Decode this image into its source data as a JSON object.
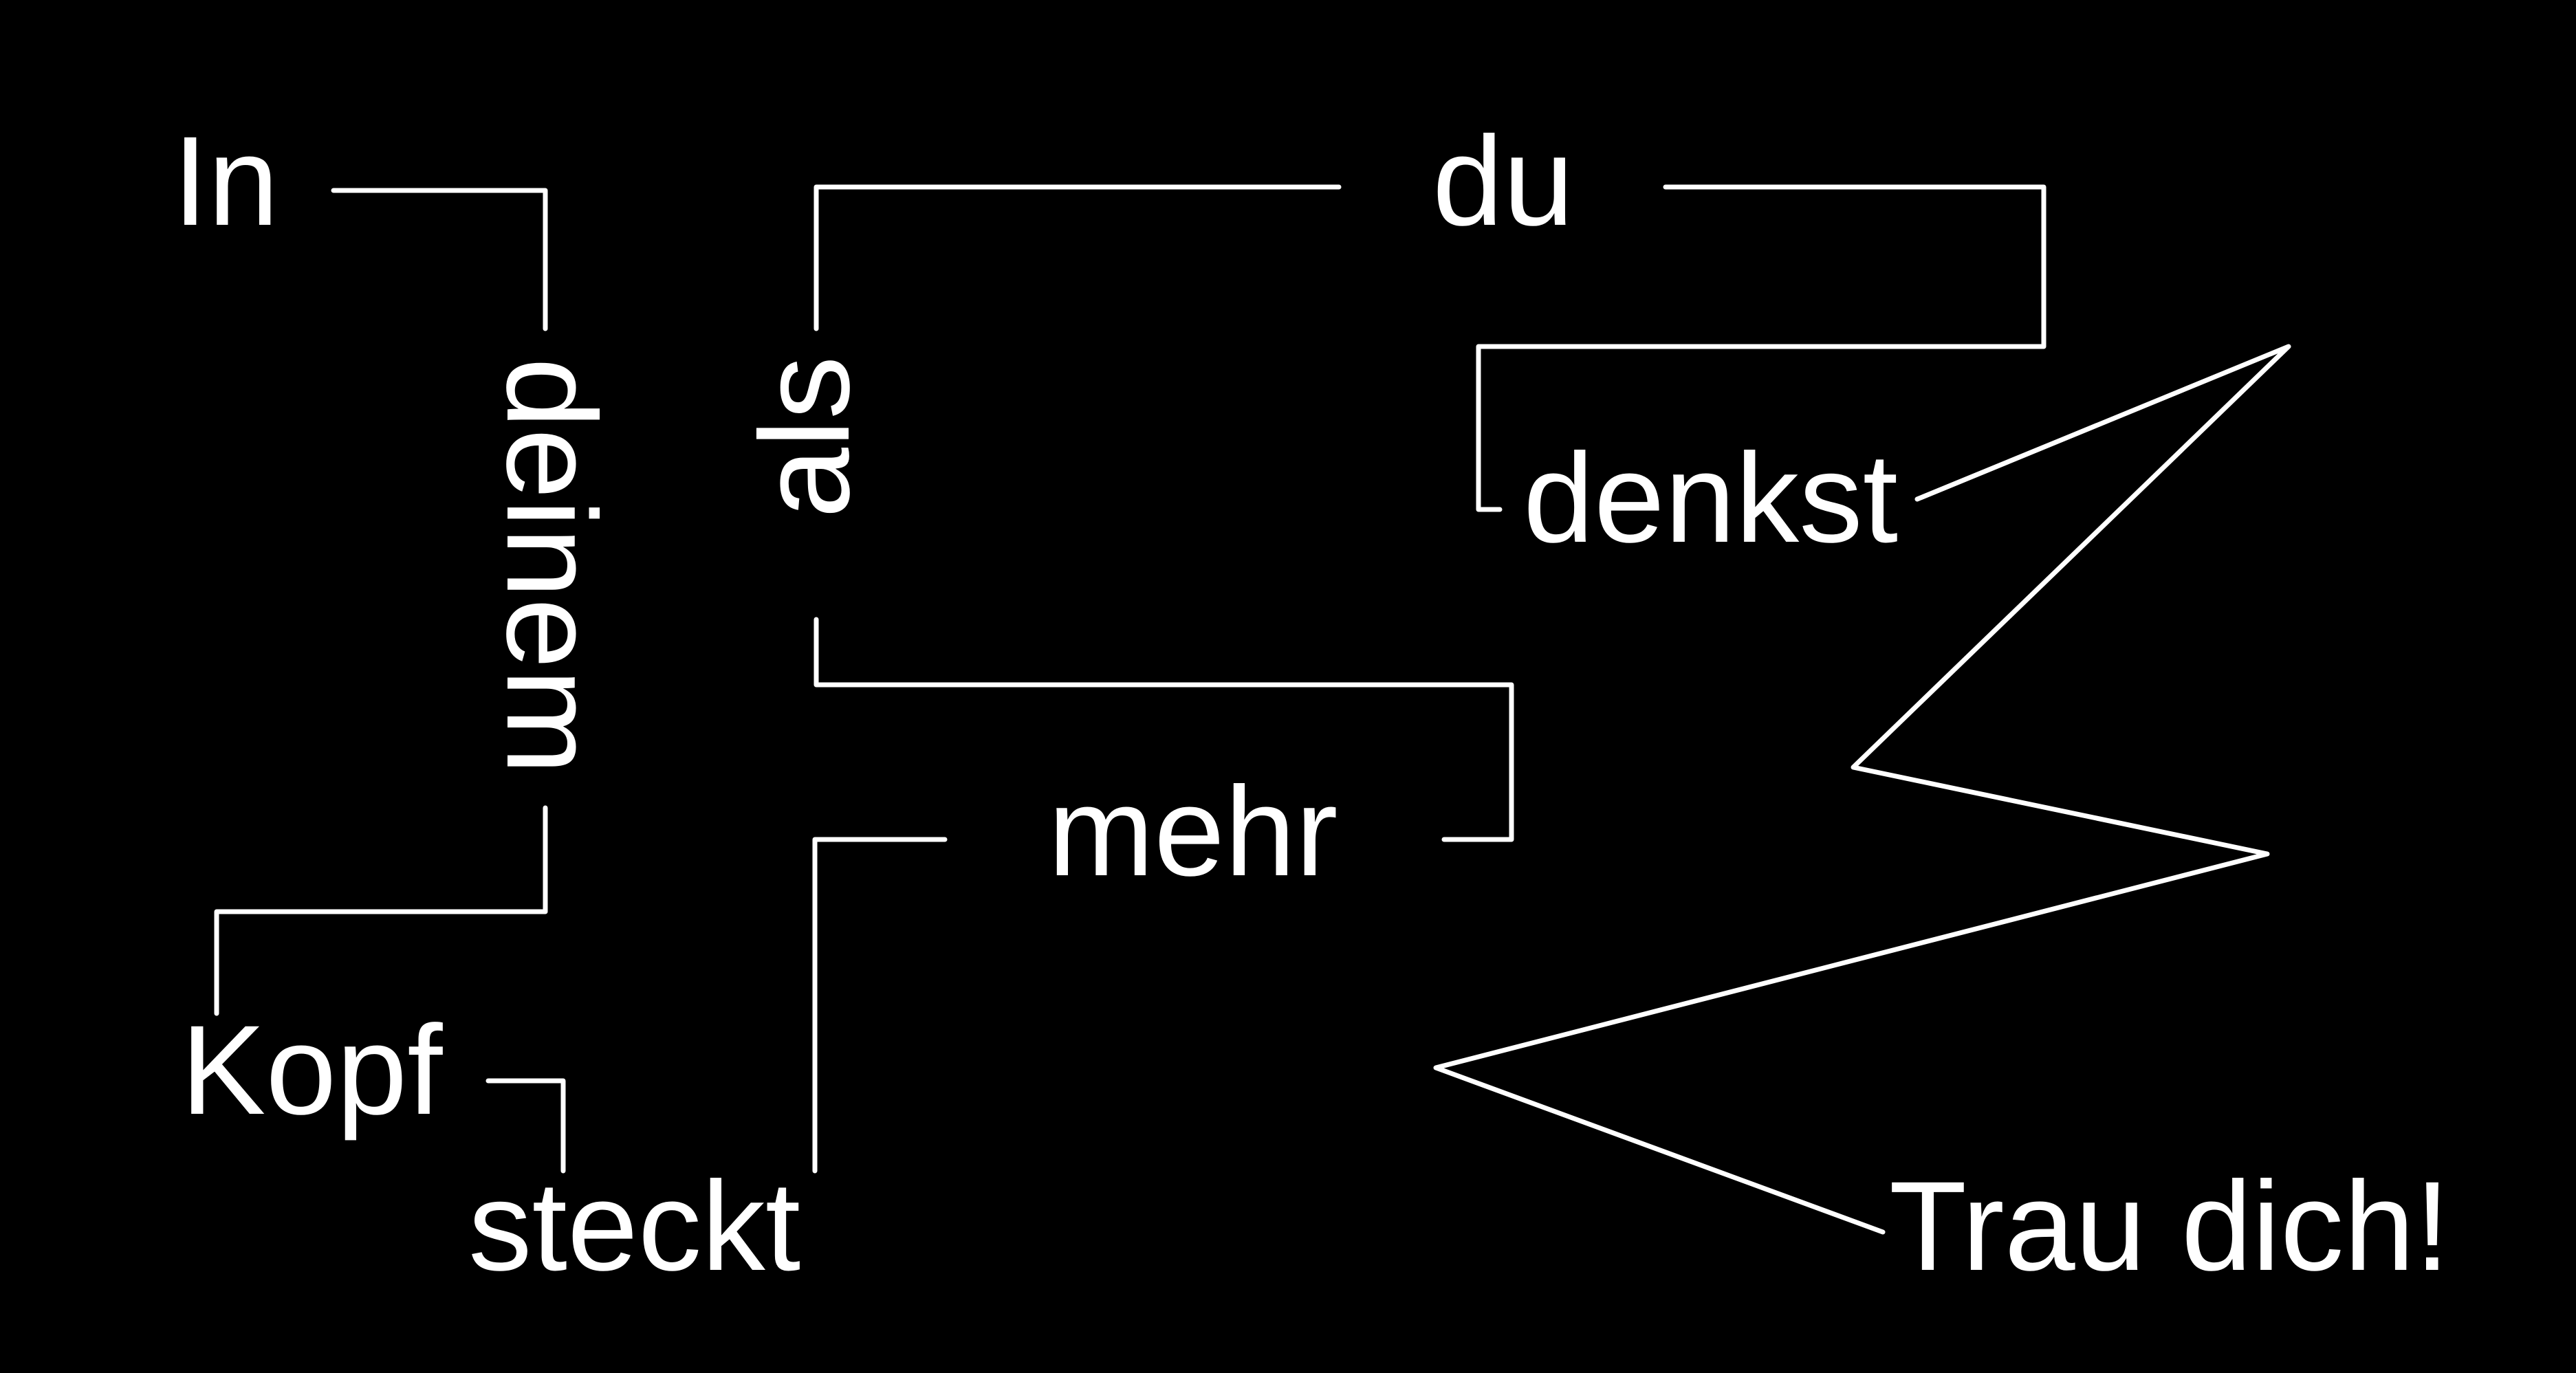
{
  "poster": {
    "background": "#000000",
    "foreground": "#ffffff",
    "words": {
      "in": "In",
      "deinem": "deinem",
      "kopf": "Kopf",
      "steckt": "steckt",
      "als": "als",
      "du": "du",
      "denkst": "denkst",
      "mehr": "mehr",
      "trau_dich": "Trau dich!"
    }
  }
}
